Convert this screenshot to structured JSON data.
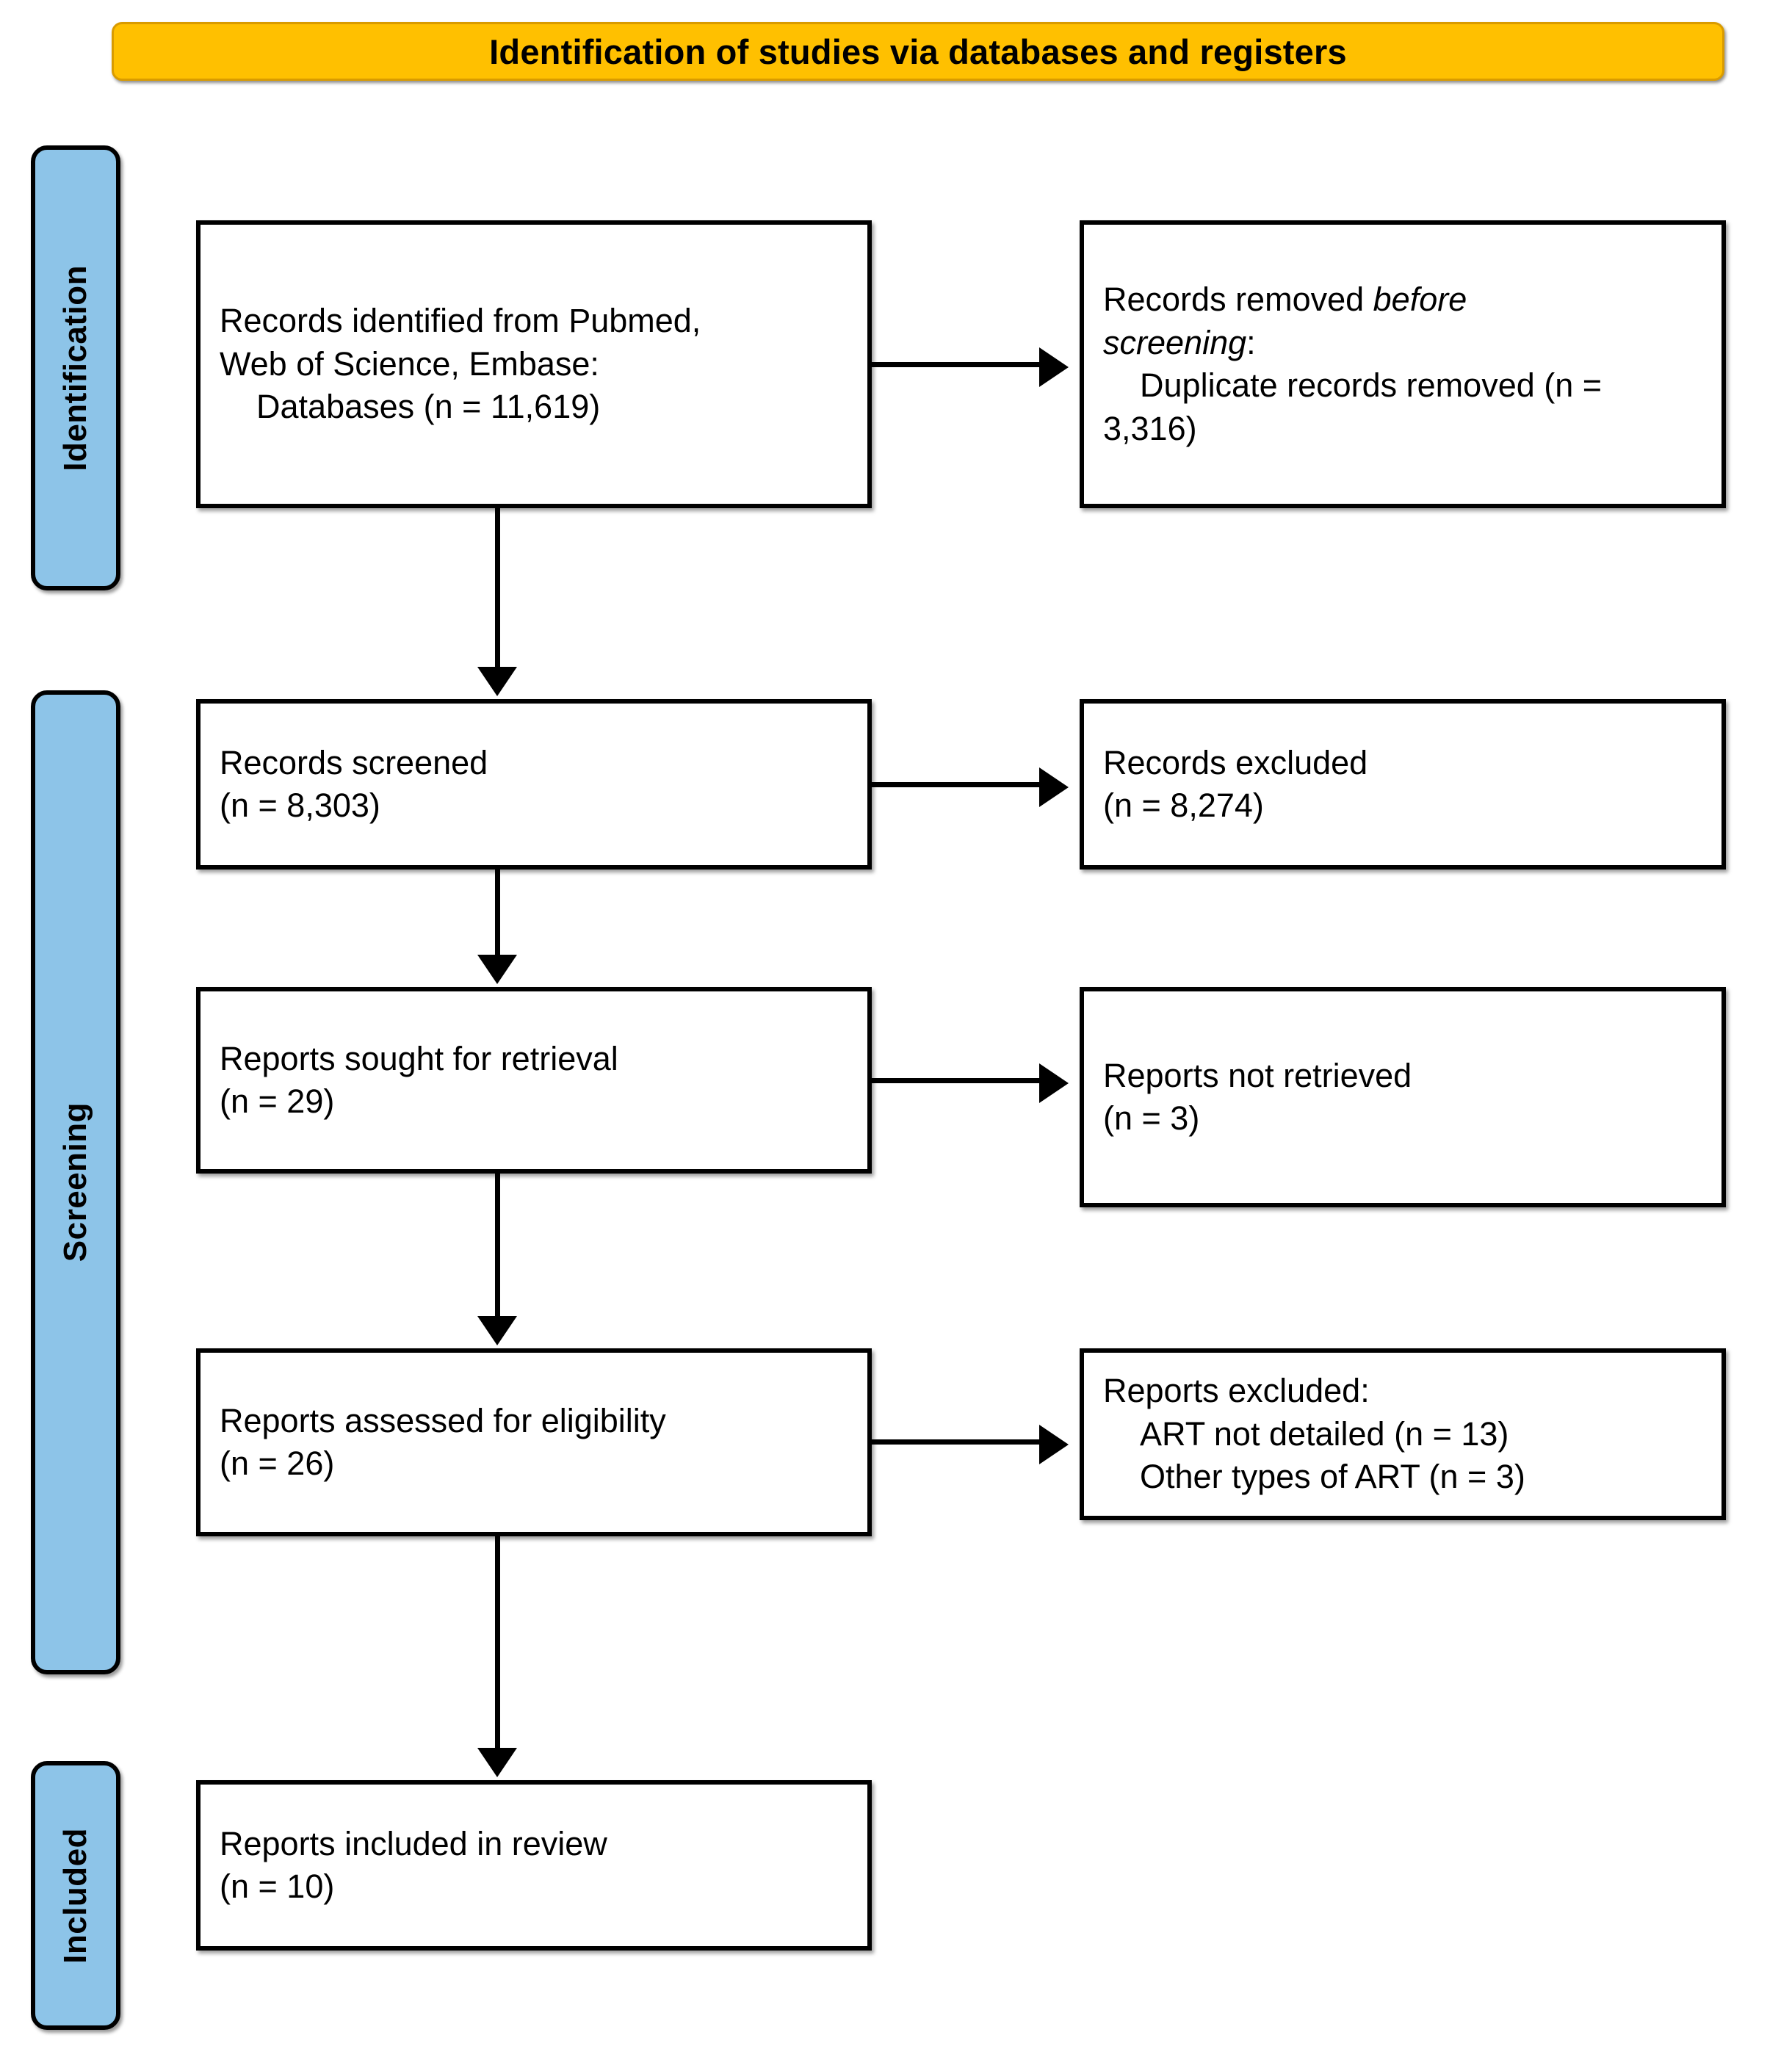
{
  "header": {
    "title": "Identification of studies via databases and registers",
    "background_color": "#FFC000"
  },
  "stages": [
    {
      "label": "Identification"
    },
    {
      "label": "Screening"
    },
    {
      "label": "Included"
    }
  ],
  "stage_color": "#8DC4E8",
  "chart_data": {
    "type": "diagram",
    "title": "Identification of studies via databases and registers",
    "diagram_kind": "PRISMA 2020 flow diagram",
    "nodes": [
      {
        "id": "identified",
        "stage": "Identification",
        "column": "left",
        "text": "Records identified from Pubmed, Web of Science, Embase:\n    Databases (n = 11,619)",
        "n": 11619
      },
      {
        "id": "removed",
        "stage": "Identification",
        "column": "right",
        "text": "Records removed before screening:\n    Duplicate records removed (n = 3,316)",
        "n": 3316
      },
      {
        "id": "screened",
        "stage": "Screening",
        "column": "left",
        "text": "Records screened\n(n = 8,303)",
        "n": 8303
      },
      {
        "id": "records_excluded",
        "stage": "Screening",
        "column": "right",
        "text": "Records excluded\n(n = 8,274)",
        "n": 8274
      },
      {
        "id": "sought",
        "stage": "Screening",
        "column": "left",
        "text": "Reports sought for retrieval\n(n = 29)",
        "n": 29
      },
      {
        "id": "not_retrieved",
        "stage": "Screening",
        "column": "right",
        "text": "Reports not retrieved\n(n = 3)",
        "n": 3
      },
      {
        "id": "assessed",
        "stage": "Screening",
        "column": "left",
        "text": "Reports assessed for eligibility\n(n = 26)",
        "n": 26
      },
      {
        "id": "reports_excluded",
        "stage": "Screening",
        "column": "right",
        "text": "Reports excluded:\n    ART not detailed (n = 13)\n    Other types of ART (n = 3)",
        "n": 16
      },
      {
        "id": "included",
        "stage": "Included",
        "column": "left",
        "text": "Reports included in review\n(n = 10)",
        "n": 10
      }
    ],
    "edges": [
      {
        "from": "identified",
        "to": "removed",
        "direction": "right"
      },
      {
        "from": "identified",
        "to": "screened",
        "direction": "down"
      },
      {
        "from": "screened",
        "to": "records_excluded",
        "direction": "right"
      },
      {
        "from": "screened",
        "to": "sought",
        "direction": "down"
      },
      {
        "from": "sought",
        "to": "not_retrieved",
        "direction": "right"
      },
      {
        "from": "sought",
        "to": "assessed",
        "direction": "down"
      },
      {
        "from": "assessed",
        "to": "reports_excluded",
        "direction": "right"
      },
      {
        "from": "assessed",
        "to": "included",
        "direction": "down"
      }
    ]
  },
  "boxes": {
    "identified": {
      "line1": "Records identified from Pubmed,",
      "line2": "Web of Science, Embase:",
      "line3": "    Databases (n = 11,619)"
    },
    "removed": {
      "lead": "Records removed ",
      "italic1": "before",
      "italic2": "screening",
      "colon": ":",
      "detail": "    Duplicate records removed (n = 3,316)"
    },
    "screened": {
      "line1": "Records screened",
      "line2": "(n = 8,303)"
    },
    "records_excluded": {
      "line1": "Records excluded",
      "line2": "(n = 8,274)"
    },
    "sought": {
      "line1": "Reports sought for retrieval",
      "line2": "(n = 29)"
    },
    "not_retrieved": {
      "line1": "Reports not retrieved",
      "line2": "(n = 3)"
    },
    "assessed": {
      "line1": "Reports assessed for eligibility",
      "line2": "(n = 26)"
    },
    "reports_excluded": {
      "line1": "Reports excluded:",
      "line2": "    ART not detailed (n = 13)",
      "line3": "    Other types of ART (n = 3)"
    },
    "included": {
      "line1": "Reports included in review",
      "line2": "(n = 10)"
    }
  }
}
